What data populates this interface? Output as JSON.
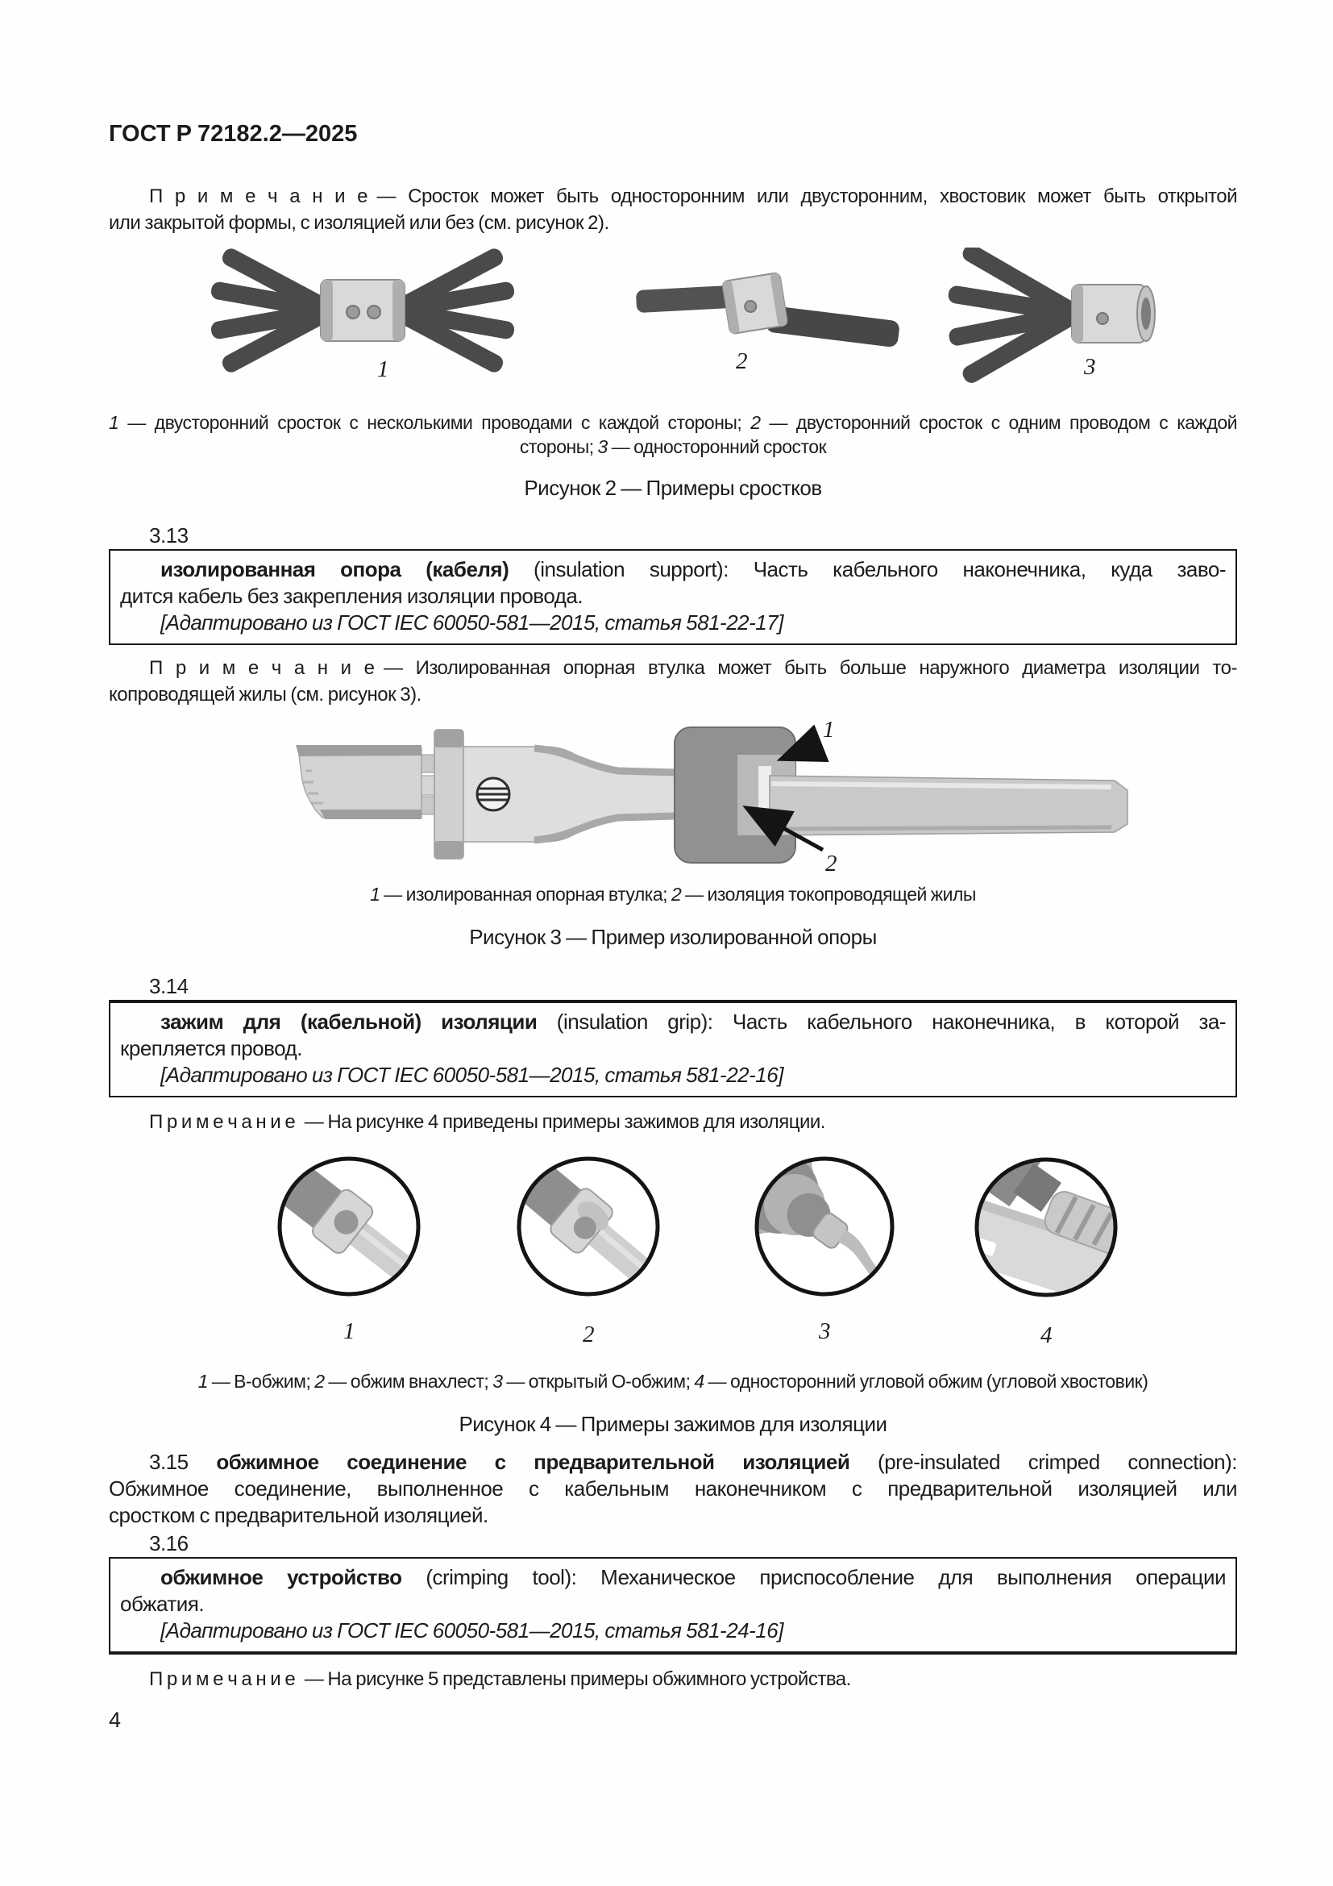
{
  "header": {
    "title": "ГОСТ Р 72182.2—2025"
  },
  "notes": {
    "srostok": {
      "lines": [
        {
          "indent": true,
          "justify": true,
          "segments": [
            {
              "text": "П р и м е ч а н и е "
            },
            {
              "text": "— Сросток может быть односторонним или двусторонним, хвостовик может быть открытой"
            }
          ]
        },
        {
          "segments": [
            {
              "text": "или закрытой формы, с изоляцией или без (см. рисунок 2)."
            }
          ]
        }
      ]
    },
    "vtulka": {
      "lines": [
        {
          "indent": true,
          "justify": true,
          "segments": [
            {
              "text": "П р и м е ч а н и е "
            },
            {
              "text": "— Изолированная опорная втулка может быть больше наружного диаметра изоляции то-"
            }
          ]
        },
        {
          "segments": [
            {
              "text": "копроводящей жилы (см. рисунок 3)."
            }
          ]
        }
      ]
    },
    "fig4": {
      "lines": [
        {
          "indent": true,
          "segments": [
            {
              "text": "П р и м е ч а н и е "
            },
            {
              "text": "— На рисунке 4 приведены примеры зажимов для изоляции."
            }
          ]
        }
      ]
    },
    "fig5": {
      "lines": [
        {
          "indent": true,
          "segments": [
            {
              "text": "П р и м е ч а н и е "
            },
            {
              "text": "— На рисунке 5 представлены примеры обжимного устройства."
            }
          ]
        }
      ]
    }
  },
  "figures": {
    "fig2": {
      "item_labels": [
        "1",
        "2",
        "3"
      ],
      "legend_lines": [
        {
          "justify": true,
          "segments": [
            {
              "text": "1",
              "italic": true
            },
            {
              "text": " — двусторонний сросток с несколькими проводами с каждой стороны; "
            },
            {
              "text": "2",
              "italic": true
            },
            {
              "text": " — двусторонний сросток с одним проводом с каждой"
            }
          ]
        },
        {
          "center": true,
          "segments": [
            {
              "text": "стороны; "
            },
            {
              "text": "3",
              "italic": true
            },
            {
              "text": " — односторонний сросток"
            }
          ]
        }
      ],
      "caption": "Рисунок 2 — Примеры сростков"
    },
    "fig3": {
      "item_labels": [
        "1",
        "2"
      ],
      "legend_lines": [
        {
          "center": true,
          "segments": [
            {
              "text": "1",
              "italic": true
            },
            {
              "text": " — изолированная опорная втулка; "
            },
            {
              "text": "2",
              "italic": true
            },
            {
              "text": " — изоляция токопроводящей жилы"
            }
          ]
        }
      ],
      "caption": "Рисунок 3 — Пример изолированной опоры"
    },
    "fig4": {
      "item_labels": [
        "1",
        "2",
        "3",
        "4"
      ],
      "legend_lines": [
        {
          "center": true,
          "segments": [
            {
              "text": "1",
              "italic": true
            },
            {
              "text": " — В-обжим; "
            },
            {
              "text": "2",
              "italic": true
            },
            {
              "text": " — обжим внахлест; "
            },
            {
              "text": "3",
              "italic": true
            },
            {
              "text": " — открытый О-обжим; "
            },
            {
              "text": "4",
              "italic": true
            },
            {
              "text": " — односторонний угловой обжим (угловой хвостовик)"
            }
          ]
        }
      ],
      "caption": "Рисунок 4 — Примеры зажимов для изоляции"
    }
  },
  "sections": {
    "s313": {
      "number": "3.13",
      "box_lines": [
        {
          "indent": true,
          "justify": true,
          "segments": [
            {
              "text": "изолированная опора (кабеля) ",
              "bold": true
            },
            {
              "text": "(insulation support): Часть кабельного наконечника, куда заво-"
            }
          ]
        },
        {
          "segments": [
            {
              "text": "дится кабель без закрепления изоляции провода."
            }
          ]
        },
        {
          "indent": true,
          "segments": [
            {
              "text": "[Адаптировано из ГОСТ IEC 60050-581—2015, статья 581-22-17]",
              "italic": true
            }
          ]
        }
      ]
    },
    "s314": {
      "number": "3.14",
      "box_lines": [
        {
          "indent": true,
          "justify": true,
          "segments": [
            {
              "text": "зажим для (кабельной) изоляции ",
              "bold": true
            },
            {
              "text": "(insulation grip): Часть кабельного наконечника, в которой за-"
            }
          ]
        },
        {
          "segments": [
            {
              "text": "крепляется провод."
            }
          ]
        },
        {
          "indent": true,
          "segments": [
            {
              "text": "[Адаптировано из ГОСТ IEC 60050-581—2015, статья 581-22-16]",
              "italic": true
            }
          ]
        }
      ]
    },
    "s315": {
      "lines": [
        {
          "indent": true,
          "justify": true,
          "segments": [
            {
              "text": "3.15 "
            },
            {
              "text": "обжимное соединение с предварительной изоляцией ",
              "bold": true
            },
            {
              "text": "(pre-insulated crimped connection):"
            }
          ]
        },
        {
          "justify": true,
          "segments": [
            {
              "text": "Обжимное соединение, выполненное с кабельным наконечником с предварительной изоляцией или"
            }
          ]
        },
        {
          "segments": [
            {
              "text": "сростком с предварительной изоляцией."
            }
          ]
        }
      ]
    },
    "s316": {
      "number": "3.16",
      "box_lines": [
        {
          "indent": true,
          "justify": true,
          "segments": [
            {
              "text": "обжимное устройство ",
              "bold": true
            },
            {
              "text": "(crimping tool): Механическое приспособление для выполнения операции"
            }
          ]
        },
        {
          "segments": [
            {
              "text": "обжатия."
            }
          ]
        },
        {
          "indent": true,
          "segments": [
            {
              "text": "[Адаптировано из ГОСТ IEC 60050-581—2015, статья 581-24-16]",
              "italic": true
            }
          ]
        }
      ]
    }
  },
  "footer": {
    "page_number": "4"
  }
}
